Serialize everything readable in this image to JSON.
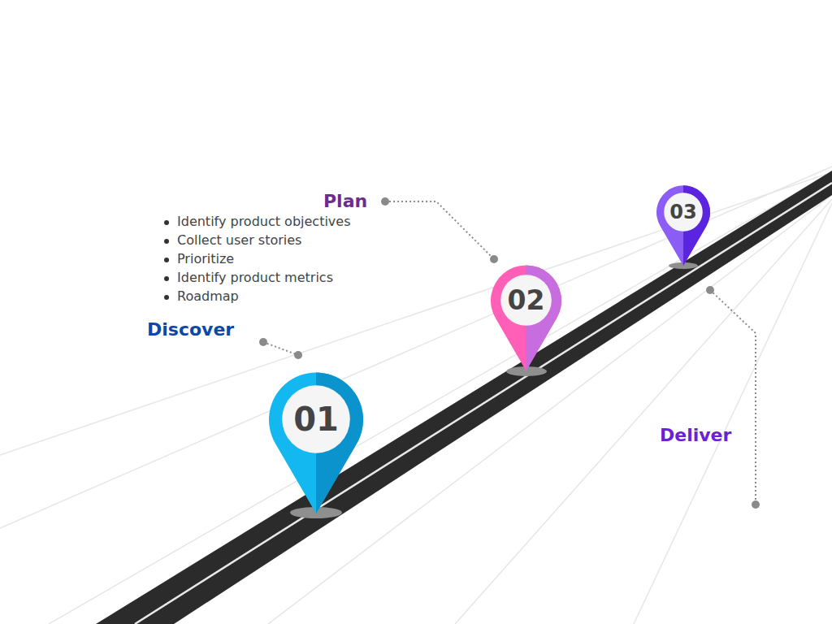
{
  "diagram": {
    "nodes": [
      {
        "text": [
          "01"
        ]
      },
      {
        "text": [
          "02"
        ]
      },
      {
        "text": [
          "03"
        ]
      }
    ],
    "labels": [
      "Plan",
      "Identify product objectives",
      "Collect user stories",
      "Prioritize",
      "Identify product metrics",
      "Roadmap",
      "Discover",
      "Deliver"
    ]
  }
}
